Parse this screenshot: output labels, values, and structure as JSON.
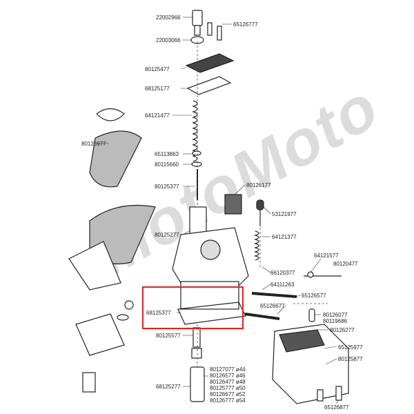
{
  "watermark": "MotoMoto",
  "highlight_color": "#e32020",
  "callouts": {
    "c22002966": "22002966",
    "c65126777_top": "65126777",
    "c22003066": "22003066",
    "c80125477": "80125477",
    "c68125177": "68125177",
    "c64121477": "64121477",
    "c80126977": "80126977",
    "c65113863": "65113863",
    "c80115660": "80115660",
    "c80125377": "80125377",
    "c80126177": "80126177",
    "c53121977": "53121977",
    "c80125277": "80125277",
    "c64121377": "64121377",
    "c64121577": "64121577",
    "c80120477": "80120477",
    "c66120377": "66120377",
    "c64111263": "64111263",
    "c65126577_a": "65126577",
    "c65126677": "65126677",
    "c68125377": "68125377",
    "c80126077": "80126077",
    "c80119686": "80119686",
    "c80126277": "80126277",
    "c80125577": "80125577",
    "c65125977": "65125977",
    "c80125877": "80125877",
    "c65126877": "65126877",
    "c68125277": "68125277"
  },
  "jets": [
    {
      "code": "80127077",
      "size": "ø44"
    },
    {
      "code": "80126577",
      "size": "ø46"
    },
    {
      "code": "80126477",
      "size": "ø48"
    },
    {
      "code": "80125777",
      "size": "ø50"
    },
    {
      "code": "80126677",
      "size": "ø52"
    },
    {
      "code": "80126777",
      "size": "ø54"
    }
  ]
}
